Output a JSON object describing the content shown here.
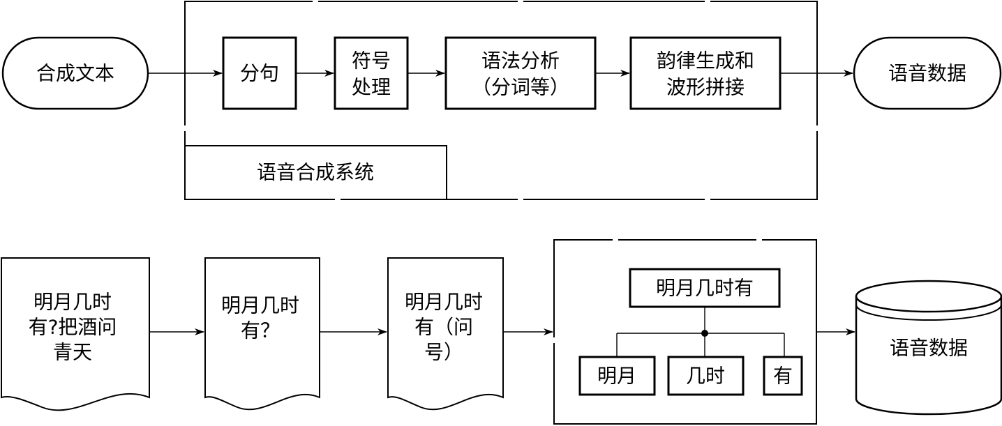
{
  "top_flow": {
    "input": "合成文本",
    "system_label": "语音合成系统",
    "steps": [
      {
        "lines": [
          "分句"
        ]
      },
      {
        "lines": [
          "符号",
          "处理"
        ]
      },
      {
        "lines": [
          "语法分析",
          "（分词等）"
        ]
      },
      {
        "lines": [
          "韵律生成和",
          "波形拼接"
        ]
      }
    ],
    "output": "语音数据"
  },
  "bottom_flow": {
    "documents": [
      {
        "lines": [
          "明月几时",
          "有?把酒问",
          "青天"
        ]
      },
      {
        "lines": [
          "明月几时",
          "有？"
        ]
      },
      {
        "lines": [
          "明月几时",
          "有（问",
          "号）"
        ]
      }
    ],
    "tree": {
      "root": "明月几时有",
      "children": [
        "明月",
        "几时",
        "有"
      ]
    },
    "output": "语音数据"
  }
}
